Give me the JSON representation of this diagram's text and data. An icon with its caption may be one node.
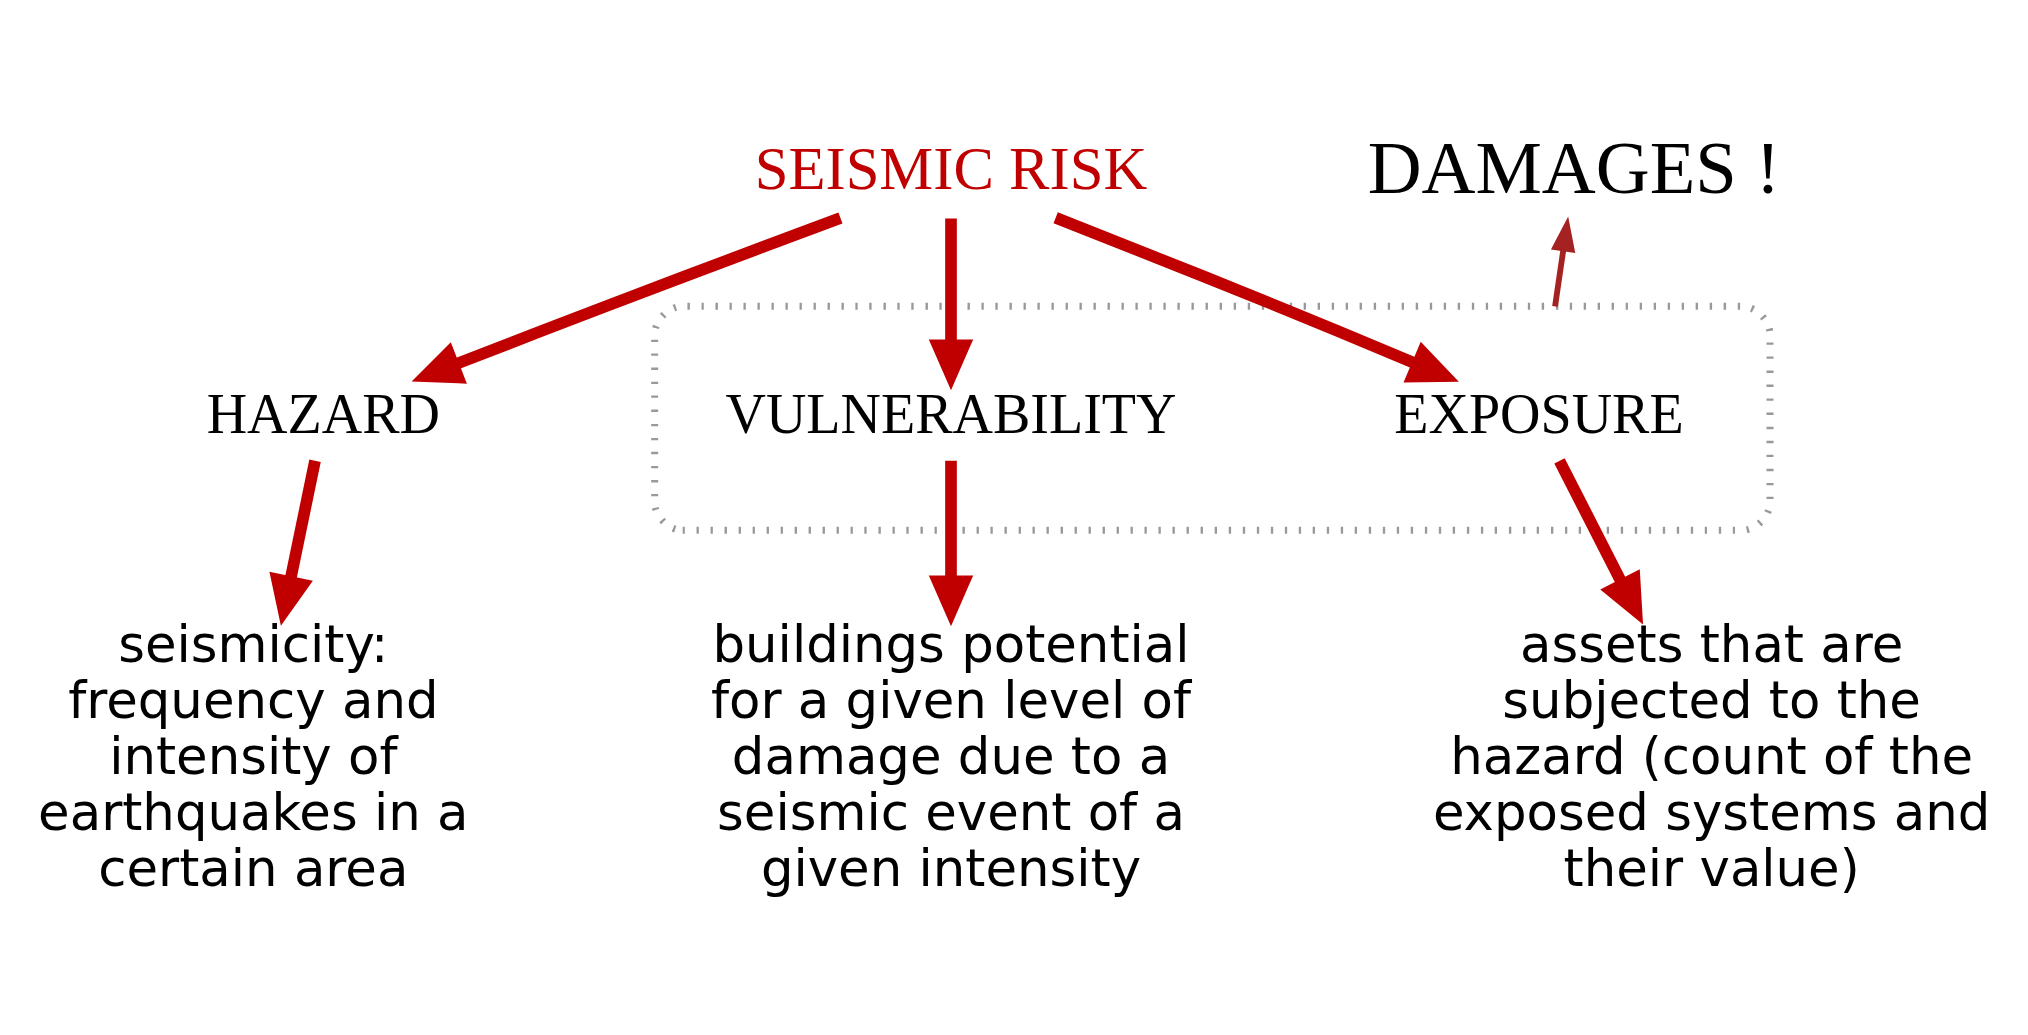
{
  "diagram": {
    "nodes": [
      {
        "text": [
          "SEISMIC RISK"
        ]
      },
      {
        "text": [
          "HAZARD"
        ]
      },
      {
        "text": [],
        "shape": "box"
      },
      {
        "text": [
          "VULNERABILITY"
        ],
        "in": 2
      },
      {
        "text": [
          "EXPOSURE"
        ],
        "in": 2
      },
      {
        "text": [
          "DAMAGES !"
        ]
      },
      {
        "text": [
          "seismicity: frequency and intensity of earthquakes in a certain area"
        ]
      },
      {
        "text": [
          "buildings potential for a given level of damage due to a seismic event of a given intensity"
        ]
      },
      {
        "text": [
          "assets that are subjected to the hazard (count of the exposed systems and their value)"
        ]
      }
    ],
    "edges": [
      {
        "from": 0,
        "to": 1,
        "arrow": "to"
      },
      {
        "from": 0,
        "to": 3,
        "arrow": "to"
      },
      {
        "from": 0,
        "to": 4,
        "arrow": "to"
      },
      {
        "from": 2,
        "to": 5,
        "arrow": "to",
        "color": "#a52222"
      },
      {
        "from": 1,
        "to": 6,
        "arrow": "to"
      },
      {
        "from": 3,
        "to": 7,
        "arrow": "to"
      },
      {
        "from": 4,
        "to": 8,
        "arrow": "to"
      }
    ]
  }
}
